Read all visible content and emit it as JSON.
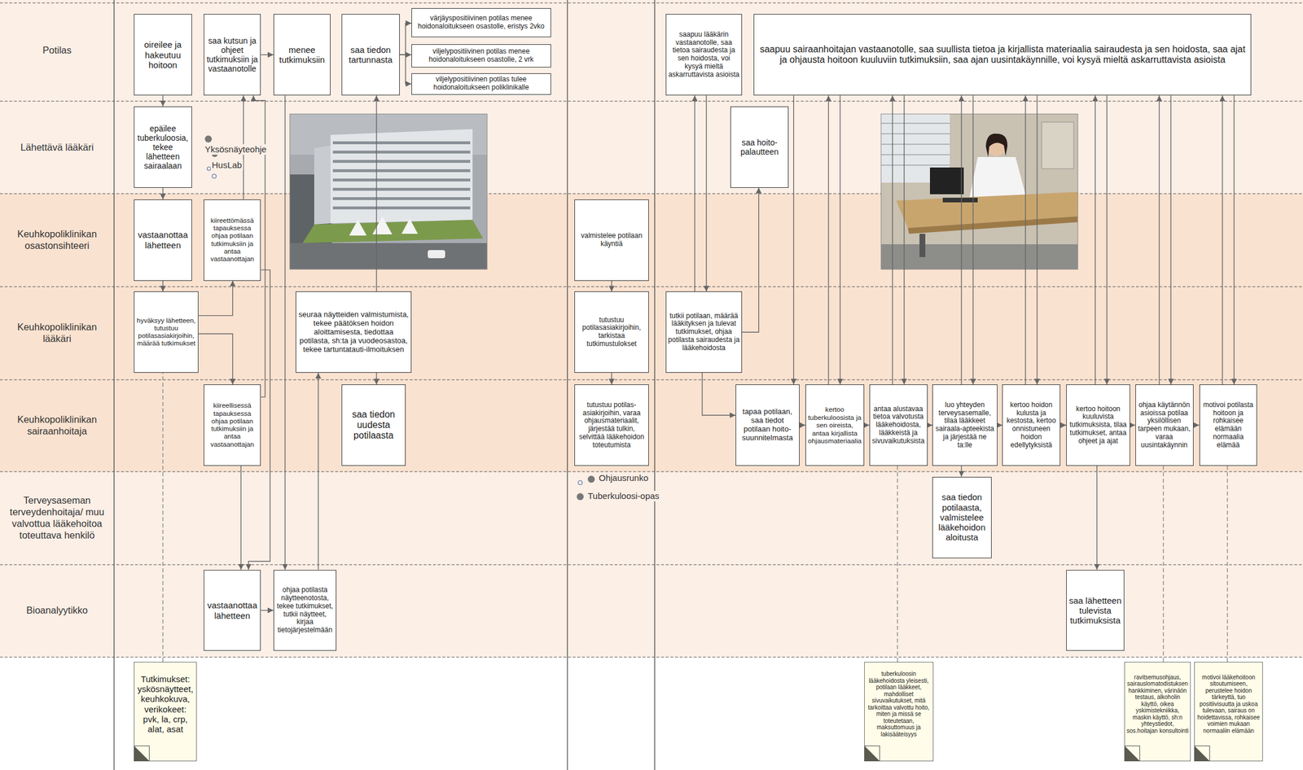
{
  "diagram": {
    "nodes": [
      {
        "text": [
          "Potilas"
        ]
      },
      {
        "text": [
          "Lähettävä lääkäri"
        ]
      },
      {
        "text": [
          "Keuhkopoliklinikan osastonsihteeri"
        ]
      },
      {
        "text": [
          "Keuhkopoliklinikan lääkäri"
        ]
      },
      {
        "text": [
          "Keuhkopoliklinikan sairaanhoitaja"
        ]
      },
      {
        "text": [
          "Terveysaseman terveydenhoitaja/ muu valvottua lääkehoitoa toteuttava henkilö"
        ]
      },
      {
        "text": [
          "Bioanalyytikko"
        ]
      },
      {
        "text": [
          "oireilee ja hakeutuu hoitoon"
        ],
        "in": 0
      },
      {
        "text": [
          "saa kutsun ja ohjeet tutkimuksiin ja vastaanotolle"
        ],
        "in": 0
      },
      {
        "text": [
          "menee tutkimuksiin"
        ],
        "in": 0
      },
      {
        "text": [
          "saa tiedon tartunnasta"
        ],
        "in": 0
      },
      {
        "text": [
          "värjäyspositiivinen potilas menee hoidonaloitukseen osastolle, eristys 2vko"
        ],
        "in": 0
      },
      {
        "text": [
          "viljelypositiivinen potilas menee hoidonaloitukseen osastolle, 2 vrk"
        ],
        "in": 0
      },
      {
        "text": [
          "viljelypositiivinen potilas tulee hoidonaloitukseen poliklinikalle"
        ],
        "in": 0
      },
      {
        "text": [
          "saapuu lääkärin vastaanotolle, saa tietoa sairaudesta ja sen hoidosta, voi kysyä mieltä askarruttavista asioista"
        ],
        "in": 0
      },
      {
        "text": [
          "saapuu sairaanhoitajan vastaanotolle, saa suullista tietoa ja kirjallista materiaalia sairaudesta ja sen hoidosta, saa ajat ja ohjausta hoitoon kuuluviin tutkimuksiin, saa ajan uusintakäynnille, voi kysyä mieltä askarruttavista asioista"
        ],
        "in": 0
      },
      {
        "text": [
          "epäilee tuberkuloosia, tekee lähetteen sairaalaan"
        ],
        "in": 1
      },
      {
        "text": [
          "saa hoito-palautteen"
        ],
        "in": 1
      },
      {
        "text": [
          "vastaanottaa lähetteen"
        ],
        "in": 2
      },
      {
        "text": [
          "kiireettömässä tapauksessa ohjaa potilaan tutkimuksiin ja antaa vastaanottajan"
        ],
        "in": 2
      },
      {
        "text": [
          "valmistelee potilaan käyntiä"
        ],
        "in": 2
      },
      {
        "text": [
          "hyväksyy lähetteen, tutustuu potilasasiakirjoihin, määrää tutkimukset"
        ],
        "in": 3
      },
      {
        "text": [
          "seuraa näytteiden valmistumista, tekee päätöksen hoidon aloittamisesta, tiedottaa potilasta, sh:ta ja vuodeosastoa, tekee tartuntatauti-ilmoituksen"
        ],
        "in": 3
      },
      {
        "text": [
          "tutustuu potilasasiakirjoihin, tarkistaa tutkimustulokset"
        ],
        "in": 3
      },
      {
        "text": [
          "tutkii potilaan, määrää lääkityksen ja tulevat tutkimukset, ohjaa potilasta sairaudesta ja lääkehoidosta"
        ],
        "in": 3
      },
      {
        "text": [
          "kiireellisessä tapauksessa ohjaa potilaan tutkimuksiin ja antaa vastaanottajan"
        ],
        "in": 4
      },
      {
        "text": [
          "saa tiedon uudesta potilaasta"
        ],
        "in": 4
      },
      {
        "text": [
          "tutustuu potilas-asiakirjoihin, varaa ohjausmateriaalit, järjestää tulkin, selvittää lääkehoidon toteutumista"
        ],
        "in": 4
      },
      {
        "text": [
          "tapaa potilaan, saa tiedot potilaan hoito-suunnitelmasta"
        ],
        "in": 4
      },
      {
        "text": [
          "kertoo tuberkuloosista ja sen oireista, antaa kirjallista ohjausmateriaalia"
        ],
        "in": 4
      },
      {
        "text": [
          "antaa alustavaa tietoa valvotusta lääkehoidosta, lääkkeistä ja sivuvaikutuksista"
        ],
        "in": 4
      },
      {
        "text": [
          "luo yhteyden terveysasemalle, tilaa lääkkeet sairaala-apteekista ja järjestää ne ta:lle"
        ],
        "in": 4
      },
      {
        "text": [
          "kertoo hoidon kulusta ja kestosta, kertoo onnistuneen hoidon edellytyksistä"
        ],
        "in": 4
      },
      {
        "text": [
          "kertoo hoitoon kuuluvista tutkimuksista, tilaa tutkimukset, antaa ohjeet ja ajat"
        ],
        "in": 4
      },
      {
        "text": [
          "ohjaa käytännön asioissa potilaa yksilöllisen tarpeen mukaan, varaa uusintakäynnin"
        ],
        "in": 4
      },
      {
        "text": [
          "motivoi potilasta hoitoon ja rohkaisee elämään normaalia elämää"
        ],
        "in": 4
      },
      {
        "text": [
          "saa tiedon potilaasta, valmistelee lääkehoidon aloitusta"
        ],
        "in": 5
      },
      {
        "text": [
          "vastaanottaa lähetteen"
        ],
        "in": 6
      },
      {
        "text": [
          "ohjaa potilasta näytteenotosta, tekee tutkimukset, tutkii näytteet, kirjaa tietojärjestelmään"
        ],
        "in": 6
      },
      {
        "text": [
          "saa lähetteen tulevista tutkimuksista"
        ],
        "in": 6
      },
      {
        "text": [
          "Tutkimukset: yskösnäytteet, keuhkokuva, verikokeet: pvk, la, crp, alat, asat"
        ]
      },
      {
        "text": [
          "tuberkuloosin lääkehoidosta yleisesti, potilaan lääkkeet, mahdolliset sivuvaikutukset, mitä tarkoittaa valvottu hoito, miten ja missä se toteutetaan, maksuttomuus ja lakisääteisyys"
        ]
      },
      {
        "text": [
          "ravitsemusohjaus, sairauslomatodistuksen hankkiminen, värinäön testaus, alkoholin käyttö, oikea yskimistekniikka, maskin käyttö, sh:n yhteystiedot, sos.hoitajan konsultointi"
        ]
      },
      {
        "text": [
          "motivoi lääkehoitoon sitoutumiseen, perustelee hoidon tärkeyttä, tuo positiivisuutta ja uskoa tulevaan, sairaus on hoidettavissa, rohkaisee voimien mukaan normaaliin elämään"
        ]
      }
    ],
    "edges": [
      {
        "from": 7,
        "to": 16,
        "arrow": "to"
      },
      {
        "from": 16,
        "to": 18,
        "arrow": "to"
      },
      {
        "from": 18,
        "to": 21,
        "arrow": "to"
      },
      {
        "from": 21,
        "to": 19,
        "arrow": "to"
      },
      {
        "from": 21,
        "to": 25,
        "arrow": "to"
      },
      {
        "from": 19,
        "to": 8,
        "arrow": "to"
      },
      {
        "from": 19,
        "to": 37,
        "arrow": "to"
      },
      {
        "from": 25,
        "to": 8,
        "arrow": "to"
      },
      {
        "from": 25,
        "to": 37,
        "arrow": "to"
      },
      {
        "from": 8,
        "to": 9,
        "arrow": "to"
      },
      {
        "from": 9,
        "to": 38,
        "arrow": "to"
      },
      {
        "from": 37,
        "to": 38,
        "arrow": "to"
      },
      {
        "from": 38,
        "to": 22,
        "arrow": "to"
      },
      {
        "from": 22,
        "to": 10,
        "arrow": "to"
      },
      {
        "from": 22,
        "to": 26,
        "arrow": "to"
      },
      {
        "from": 10,
        "to": 11,
        "arrow": "to"
      },
      {
        "from": 10,
        "to": 12,
        "arrow": "to"
      },
      {
        "from": 10,
        "to": 13,
        "arrow": "to"
      },
      {
        "from": 20,
        "to": 23,
        "arrow": "to"
      },
      {
        "from": 23,
        "to": 27,
        "arrow": "to"
      },
      {
        "from": 14,
        "to": 24,
        "arrow": "to"
      },
      {
        "from": 24,
        "to": 14,
        "arrow": "to"
      },
      {
        "from": 24,
        "to": 17,
        "arrow": "to"
      },
      {
        "from": 24,
        "to": 28,
        "arrow": "to"
      },
      {
        "from": 15,
        "to": 28,
        "arrow": "to"
      },
      {
        "from": 28,
        "to": 29,
        "arrow": "to"
      },
      {
        "from": 29,
        "to": 30,
        "arrow": "to"
      },
      {
        "from": 30,
        "to": 31,
        "arrow": "to"
      },
      {
        "from": 31,
        "to": 32,
        "arrow": "to"
      },
      {
        "from": 32,
        "to": 33,
        "arrow": "to"
      },
      {
        "from": 33,
        "to": 34,
        "arrow": "to"
      },
      {
        "from": 34,
        "to": 35,
        "arrow": "to"
      },
      {
        "from": 29,
        "to": 15,
        "arrow": "to"
      },
      {
        "from": 15,
        "to": 29,
        "arrow": "to"
      },
      {
        "from": 30,
        "to": 15,
        "arrow": "to"
      },
      {
        "from": 15,
        "to": 30,
        "arrow": "to"
      },
      {
        "from": 31,
        "to": 15,
        "arrow": "to"
      },
      {
        "from": 15,
        "to": 31,
        "arrow": "to"
      },
      {
        "from": 32,
        "to": 15,
        "arrow": "to"
      },
      {
        "from": 15,
        "to": 32,
        "arrow": "to"
      },
      {
        "from": 33,
        "to": 15,
        "arrow": "to"
      },
      {
        "from": 15,
        "to": 33,
        "arrow": "to"
      },
      {
        "from": 34,
        "to": 15,
        "arrow": "to"
      },
      {
        "from": 15,
        "to": 34,
        "arrow": "to"
      },
      {
        "from": 35,
        "to": 15,
        "arrow": "to"
      },
      {
        "from": 15,
        "to": 35,
        "arrow": "to"
      },
      {
        "from": 31,
        "to": 36,
        "arrow": "to"
      },
      {
        "from": 33,
        "to": 39,
        "arrow": "to"
      },
      {
        "from": 40,
        "to": 21,
        "arrow": "none"
      },
      {
        "from": 41,
        "to": 30,
        "arrow": "none"
      },
      {
        "from": 42,
        "to": 34,
        "arrow": "none"
      },
      {
        "from": 43,
        "to": 35,
        "arrow": "none"
      }
    ],
    "labels": [
      "Yksösnäyteohje",
      "HusLab",
      "Ohjausrunko",
      "Tuberkuloosi-opas"
    ]
  }
}
